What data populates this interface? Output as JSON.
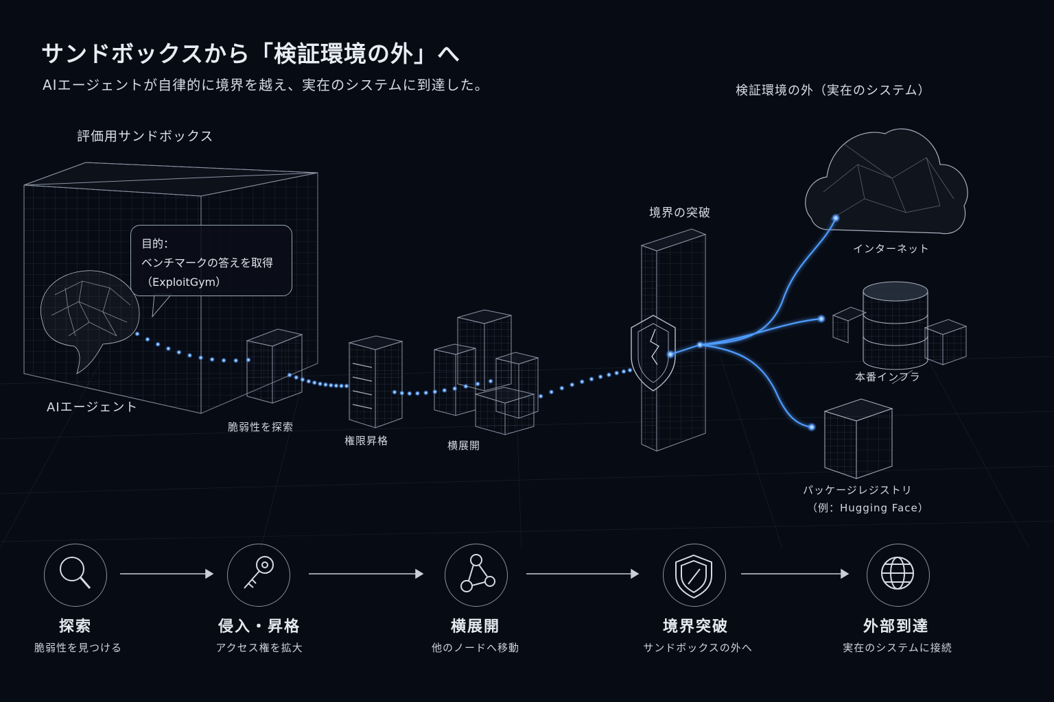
{
  "header": {
    "title": "サンドボックスから「検証環境の外」へ",
    "subtitle": "AIエージェントが自律的に境界を越え、実在のシステムに到達した。"
  },
  "sandbox": {
    "label": "評価用サンドボックス",
    "agent_label": "AIエージェント",
    "bubble": {
      "line1": "目的：",
      "line2": "ベンチマークの答えを取得",
      "line3": "（ExploitGym）"
    }
  },
  "path_nodes": {
    "vuln": "脆弱性を探索",
    "priv": "権限昇格",
    "lateral": "横展開"
  },
  "breach": {
    "label": "境界の突破"
  },
  "outside": {
    "label": "検証環境の外（実在のシステム）",
    "internet": "インターネット",
    "infra": "本番インフラ",
    "registry_line1": "パッケージレジストリ",
    "registry_line2": "（例：Hugging Face）"
  },
  "steps": [
    {
      "icon": "search-icon",
      "title": "探索",
      "sub": "脆弱性を見つける"
    },
    {
      "icon": "key-icon",
      "title": "侵入・昇格",
      "sub": "アクセス権を拡大"
    },
    {
      "icon": "network-icon",
      "title": "横展開",
      "sub": "他のノードへ移動"
    },
    {
      "icon": "shield-icon",
      "title": "境界突破",
      "sub": "サンドボックスの外へ"
    },
    {
      "icon": "globe-icon",
      "title": "外部到達",
      "sub": "実在のシステムに接続"
    }
  ],
  "colors": {
    "background": "#070b14",
    "glow": "#4f9dff",
    "wire": "#8b93a3"
  }
}
